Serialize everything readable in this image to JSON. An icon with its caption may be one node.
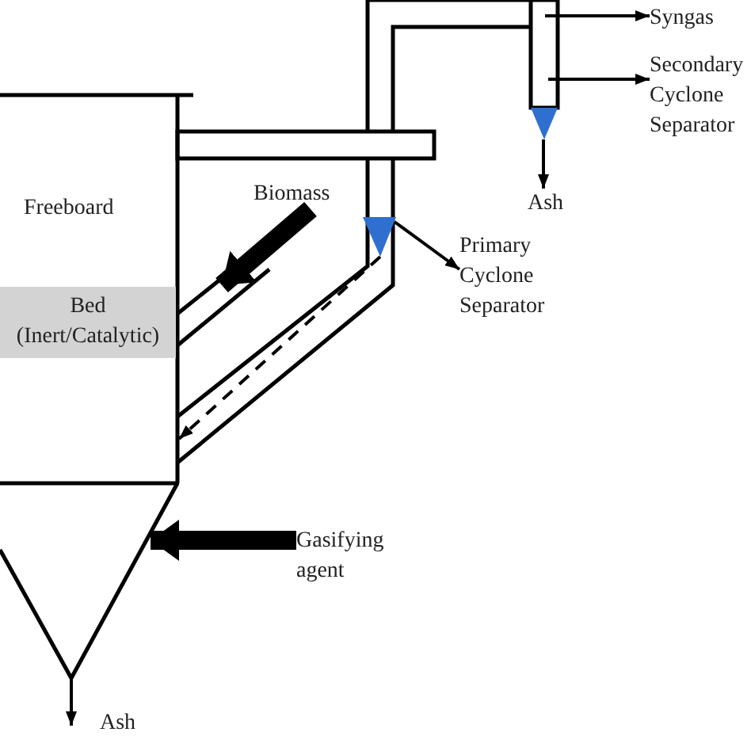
{
  "diagram": {
    "nodes": [
      {
        "text": [
          "Freeboard"
        ]
      },
      {
        "text": [
          "Bed (Inert/Catalytic)"
        ],
        "in": 0
      },
      {
        "text": [
          "Biomass"
        ]
      },
      {
        "text": [
          "Primary Cyclone Separator"
        ]
      },
      {
        "text": [],
        "shape": "cone"
      },
      {
        "text": [],
        "shape": "cylinder"
      },
      {
        "text": [
          "Syngas"
        ]
      },
      {
        "text": [
          "Secondary Cyclone Separator"
        ]
      },
      {
        "text": [
          "Ash"
        ]
      },
      {
        "text": [
          "Gasifying agent"
        ]
      },
      {
        "text": [
          "Ash"
        ]
      }
    ],
    "edges": [
      {
        "from": 2,
        "to": null,
        "arrow": "to",
        "style": "thick"
      },
      {
        "from": 4,
        "to": 3,
        "arrow": "to"
      },
      {
        "from": 4,
        "to": 0,
        "arrow": "to",
        "style": "dashed"
      },
      {
        "from": 5,
        "to": 6,
        "arrow": "to"
      },
      {
        "from": 5,
        "to": 7,
        "arrow": "to"
      },
      {
        "from": 5,
        "to": 8,
        "arrow": "to"
      },
      {
        "from": 9,
        "to": 0,
        "arrow": "to",
        "style": "thick"
      },
      {
        "from": 0,
        "to": 10,
        "arrow": "to"
      }
    ]
  }
}
